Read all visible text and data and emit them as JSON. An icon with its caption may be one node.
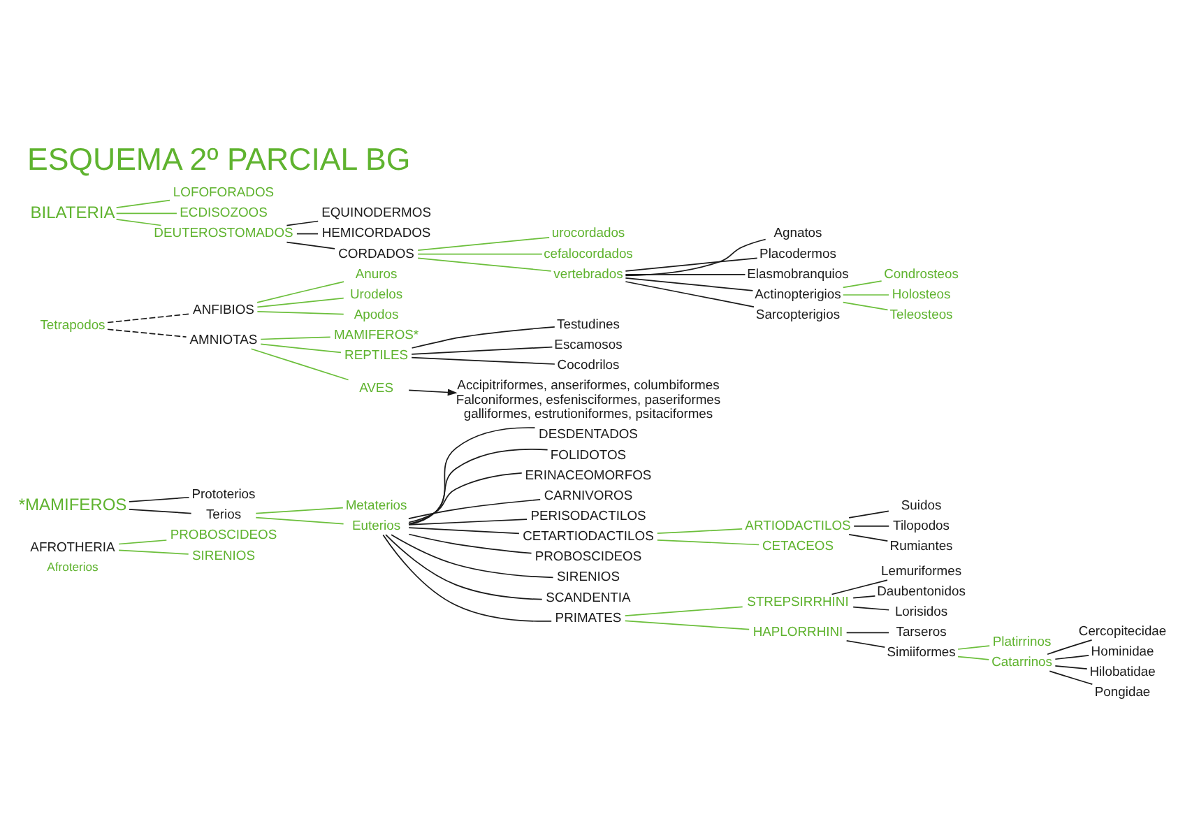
{
  "diagram": {
    "title": "ESQUEMA 2º PARCIAL BG",
    "nodes": [
      {
        "text": [
          "BILATERIA"
        ]
      },
      {
        "text": [
          "LOFOFORADOS"
        ]
      },
      {
        "text": [
          "ECDISOZOOS"
        ]
      },
      {
        "text": [
          "DEUTEROSTOMADOS"
        ]
      },
      {
        "text": [
          "EQUINODERMOS"
        ]
      },
      {
        "text": [
          "HEMICORDADOS"
        ]
      },
      {
        "text": [
          "CORDADOS"
        ]
      },
      {
        "text": [
          "urocordados"
        ]
      },
      {
        "text": [
          "cefalocordados"
        ]
      },
      {
        "text": [
          "vertebrados"
        ]
      },
      {
        "text": [
          "Agnatos"
        ]
      },
      {
        "text": [
          "Placodermos"
        ]
      },
      {
        "text": [
          "Elasmobranquios"
        ]
      },
      {
        "text": [
          "Actinopterigios"
        ]
      },
      {
        "text": [
          "Sarcopterigios"
        ]
      },
      {
        "text": [
          "Condrosteos"
        ]
      },
      {
        "text": [
          "Holosteos"
        ]
      },
      {
        "text": [
          "Teleosteos"
        ]
      },
      {
        "text": [
          "Tetrapodos"
        ]
      },
      {
        "text": [
          "ANFIBIOS"
        ]
      },
      {
        "text": [
          "AMNIOTAS"
        ]
      },
      {
        "text": [
          "Anuros"
        ]
      },
      {
        "text": [
          "Urodelos"
        ]
      },
      {
        "text": [
          "Apodos"
        ]
      },
      {
        "text": [
          "MAMIFEROS*"
        ]
      },
      {
        "text": [
          "REPTILES"
        ]
      },
      {
        "text": [
          "AVES"
        ]
      },
      {
        "text": [
          "Testudines"
        ]
      },
      {
        "text": [
          "Escamosos"
        ]
      },
      {
        "text": [
          "Cocodrilos"
        ]
      },
      {
        "text": [
          "Accipitriformes, anseriformes, columbiformes Falconiformes, esfenisciformes, paseriformes galliformes, estrutioniformes, psitaciformes"
        ]
      },
      {
        "text": [
          "*MAMIFEROS"
        ]
      },
      {
        "text": [
          "Prototerios"
        ]
      },
      {
        "text": [
          "Terios"
        ]
      },
      {
        "text": [
          "Metaterios"
        ]
      },
      {
        "text": [
          "Euterios"
        ]
      },
      {
        "text": [
          "DESDENTADOS"
        ]
      },
      {
        "text": [
          "FOLIDOTOS"
        ]
      },
      {
        "text": [
          "ERINACEOMORFOS"
        ]
      },
      {
        "text": [
          "CARNIVOROS"
        ]
      },
      {
        "text": [
          "PERISODACTILOS"
        ]
      },
      {
        "text": [
          "CETARTIODACTILOS"
        ]
      },
      {
        "text": [
          "PROBOSCIDEOS"
        ]
      },
      {
        "text": [
          "SIRENIOS"
        ]
      },
      {
        "text": [
          "SCANDENTIA"
        ]
      },
      {
        "text": [
          "PRIMATES"
        ]
      },
      {
        "text": [
          "ARTIODACTILOS"
        ]
      },
      {
        "text": [
          "CETACEOS"
        ]
      },
      {
        "text": [
          "Suidos"
        ]
      },
      {
        "text": [
          "Tilopodos"
        ]
      },
      {
        "text": [
          "Rumiantes"
        ]
      },
      {
        "text": [
          "AFROTHERIA"
        ]
      },
      {
        "text": [
          "PROBOSCIDEOS"
        ]
      },
      {
        "text": [
          "SIRENIOS"
        ]
      },
      {
        "text": [
          "STREPSIRRHINI"
        ]
      },
      {
        "text": [
          "HAPLORRHINI"
        ]
      },
      {
        "text": [
          "Lemuriformes"
        ]
      },
      {
        "text": [
          "Daubentonidos"
        ]
      },
      {
        "text": [
          "Lorisidos"
        ]
      },
      {
        "text": [
          "Tarseros"
        ]
      },
      {
        "text": [
          "Simiiformes"
        ]
      },
      {
        "text": [
          "Platirrinos"
        ]
      },
      {
        "text": [
          "Catarrinos"
        ]
      },
      {
        "text": [
          "Cercopitecidae"
        ]
      },
      {
        "text": [
          "Hominidae"
        ]
      },
      {
        "text": [
          "Hilobatidae"
        ]
      },
      {
        "text": [
          "Pongidae"
        ]
      }
    ],
    "edges": [
      {
        "from": 0,
        "to": 1,
        "arrow": "none",
        "color": "#6cbf3c"
      },
      {
        "from": 0,
        "to": 2,
        "arrow": "none",
        "color": "#6cbf3c"
      },
      {
        "from": 0,
        "to": 3,
        "arrow": "none",
        "color": "#6cbf3c"
      },
      {
        "from": 3,
        "to": 4,
        "arrow": "none"
      },
      {
        "from": 3,
        "to": 5,
        "arrow": "none"
      },
      {
        "from": 3,
        "to": 6,
        "arrow": "none"
      },
      {
        "from": 6,
        "to": 7,
        "arrow": "none",
        "color": "#6cbf3c"
      },
      {
        "from": 6,
        "to": 8,
        "arrow": "none",
        "color": "#6cbf3c"
      },
      {
        "from": 6,
        "to": 9,
        "arrow": "none",
        "color": "#6cbf3c"
      },
      {
        "from": 9,
        "to": 10,
        "arrow": "none"
      },
      {
        "from": 9,
        "to": 11,
        "arrow": "none"
      },
      {
        "from": 9,
        "to": 12,
        "arrow": "none"
      },
      {
        "from": 9,
        "to": 13,
        "arrow": "none"
      },
      {
        "from": 9,
        "to": 14,
        "arrow": "none"
      },
      {
        "from": 13,
        "to": 15,
        "arrow": "none",
        "color": "#6cbf3c"
      },
      {
        "from": 13,
        "to": 16,
        "arrow": "none",
        "color": "#6cbf3c"
      },
      {
        "from": 13,
        "to": 17,
        "arrow": "none",
        "color": "#6cbf3c"
      },
      {
        "from": 18,
        "to": 19,
        "arrow": "none",
        "style": "dashed"
      },
      {
        "from": 18,
        "to": 20,
        "arrow": "none",
        "style": "dashed"
      },
      {
        "from": 19,
        "to": 21,
        "arrow": "none",
        "color": "#6cbf3c"
      },
      {
        "from": 19,
        "to": 22,
        "arrow": "none",
        "color": "#6cbf3c"
      },
      {
        "from": 19,
        "to": 23,
        "arrow": "none",
        "color": "#6cbf3c"
      },
      {
        "from": 20,
        "to": 24,
        "arrow": "none",
        "color": "#6cbf3c"
      },
      {
        "from": 20,
        "to": 25,
        "arrow": "none",
        "color": "#6cbf3c"
      },
      {
        "from": 20,
        "to": 26,
        "arrow": "none",
        "color": "#6cbf3c"
      },
      {
        "from": 25,
        "to": 27,
        "arrow": "none"
      },
      {
        "from": 25,
        "to": 28,
        "arrow": "none"
      },
      {
        "from": 25,
        "to": 29,
        "arrow": "none"
      },
      {
        "from": 26,
        "to": 30,
        "arrow": "to"
      },
      {
        "from": 31,
        "to": 32,
        "arrow": "none"
      },
      {
        "from": 31,
        "to": 33,
        "arrow": "none"
      },
      {
        "from": 33,
        "to": 34,
        "arrow": "none",
        "color": "#6cbf3c"
      },
      {
        "from": 33,
        "to": 35,
        "arrow": "none",
        "color": "#6cbf3c"
      },
      {
        "from": 35,
        "to": 36,
        "arrow": "none"
      },
      {
        "from": 35,
        "to": 37,
        "arrow": "none"
      },
      {
        "from": 35,
        "to": 38,
        "arrow": "none"
      },
      {
        "from": 35,
        "to": 39,
        "arrow": "none"
      },
      {
        "from": 35,
        "to": 40,
        "arrow": "none"
      },
      {
        "from": 35,
        "to": 41,
        "arrow": "none"
      },
      {
        "from": 35,
        "to": 42,
        "arrow": "none"
      },
      {
        "from": 35,
        "to": 43,
        "arrow": "none"
      },
      {
        "from": 35,
        "to": 44,
        "arrow": "none"
      },
      {
        "from": 35,
        "to": 45,
        "arrow": "none"
      },
      {
        "from": 41,
        "to": 46,
        "arrow": "none",
        "color": "#6cbf3c"
      },
      {
        "from": 41,
        "to": 47,
        "arrow": "none",
        "color": "#6cbf3c"
      },
      {
        "from": 46,
        "to": 48,
        "arrow": "none"
      },
      {
        "from": 46,
        "to": 49,
        "arrow": "none"
      },
      {
        "from": 46,
        "to": 50,
        "arrow": "none"
      },
      {
        "from": 51,
        "to": 52,
        "arrow": "none",
        "color": "#6cbf3c"
      },
      {
        "from": 51,
        "to": 53,
        "arrow": "none",
        "color": "#6cbf3c"
      },
      {
        "from": 45,
        "to": 54,
        "arrow": "none",
        "color": "#6cbf3c"
      },
      {
        "from": 45,
        "to": 55,
        "arrow": "none",
        "color": "#6cbf3c"
      },
      {
        "from": 54,
        "to": 56,
        "arrow": "none"
      },
      {
        "from": 54,
        "to": 57,
        "arrow": "none"
      },
      {
        "from": 54,
        "to": 58,
        "arrow": "none"
      },
      {
        "from": 55,
        "to": 59,
        "arrow": "none"
      },
      {
        "from": 55,
        "to": 60,
        "arrow": "none"
      },
      {
        "from": 60,
        "to": 61,
        "arrow": "none",
        "color": "#6cbf3c"
      },
      {
        "from": 60,
        "to": 62,
        "arrow": "none",
        "color": "#6cbf3c"
      },
      {
        "from": 62,
        "to": 63,
        "arrow": "none"
      },
      {
        "from": 62,
        "to": 64,
        "arrow": "none"
      },
      {
        "from": 62,
        "to": 65,
        "arrow": "none"
      },
      {
        "from": 62,
        "to": 66,
        "arrow": "none"
      }
    ],
    "labels": [
      "Afroterios"
    ]
  }
}
